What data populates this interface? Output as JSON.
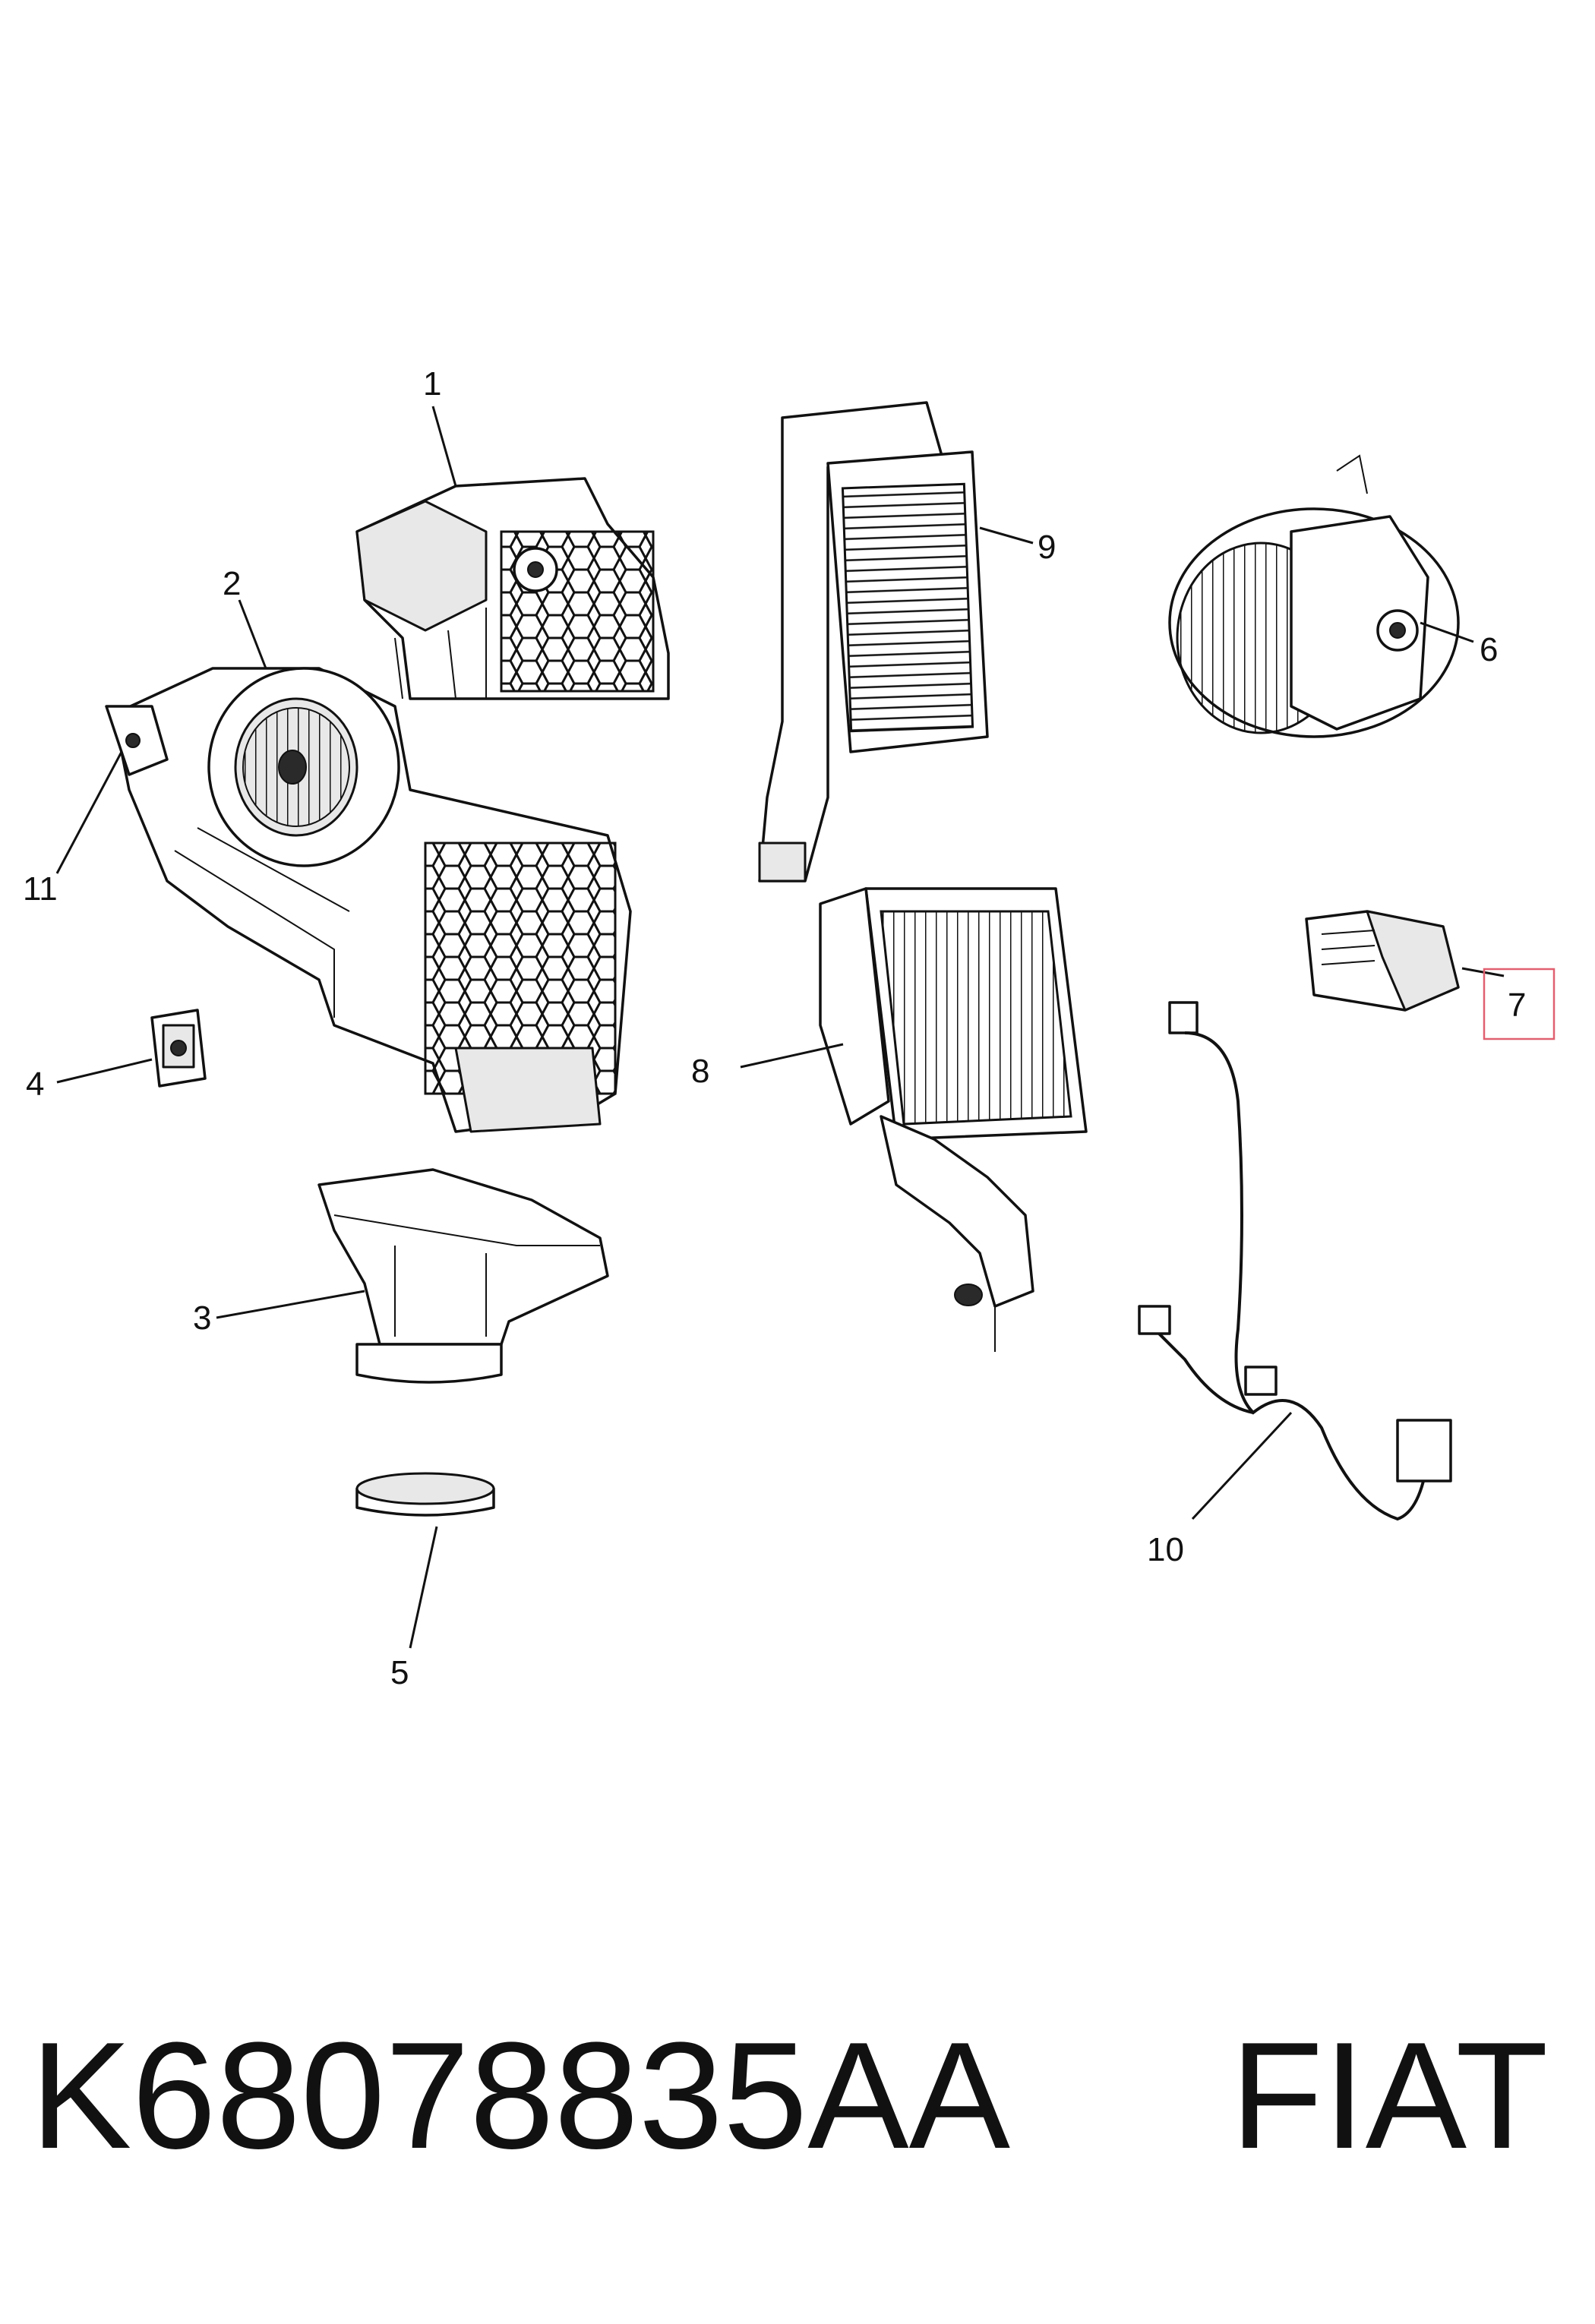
{
  "callouts": {
    "c1": "1",
    "c2": "2",
    "c3": "3",
    "c4": "4",
    "c5": "5",
    "c6": "6",
    "c7": "7",
    "c8": "8",
    "c9": "9",
    "c10": "10",
    "c11": "11"
  },
  "highlight_color": "#e06070",
  "footer": {
    "part_number": "K68078835AA",
    "brand": "FIAT"
  }
}
